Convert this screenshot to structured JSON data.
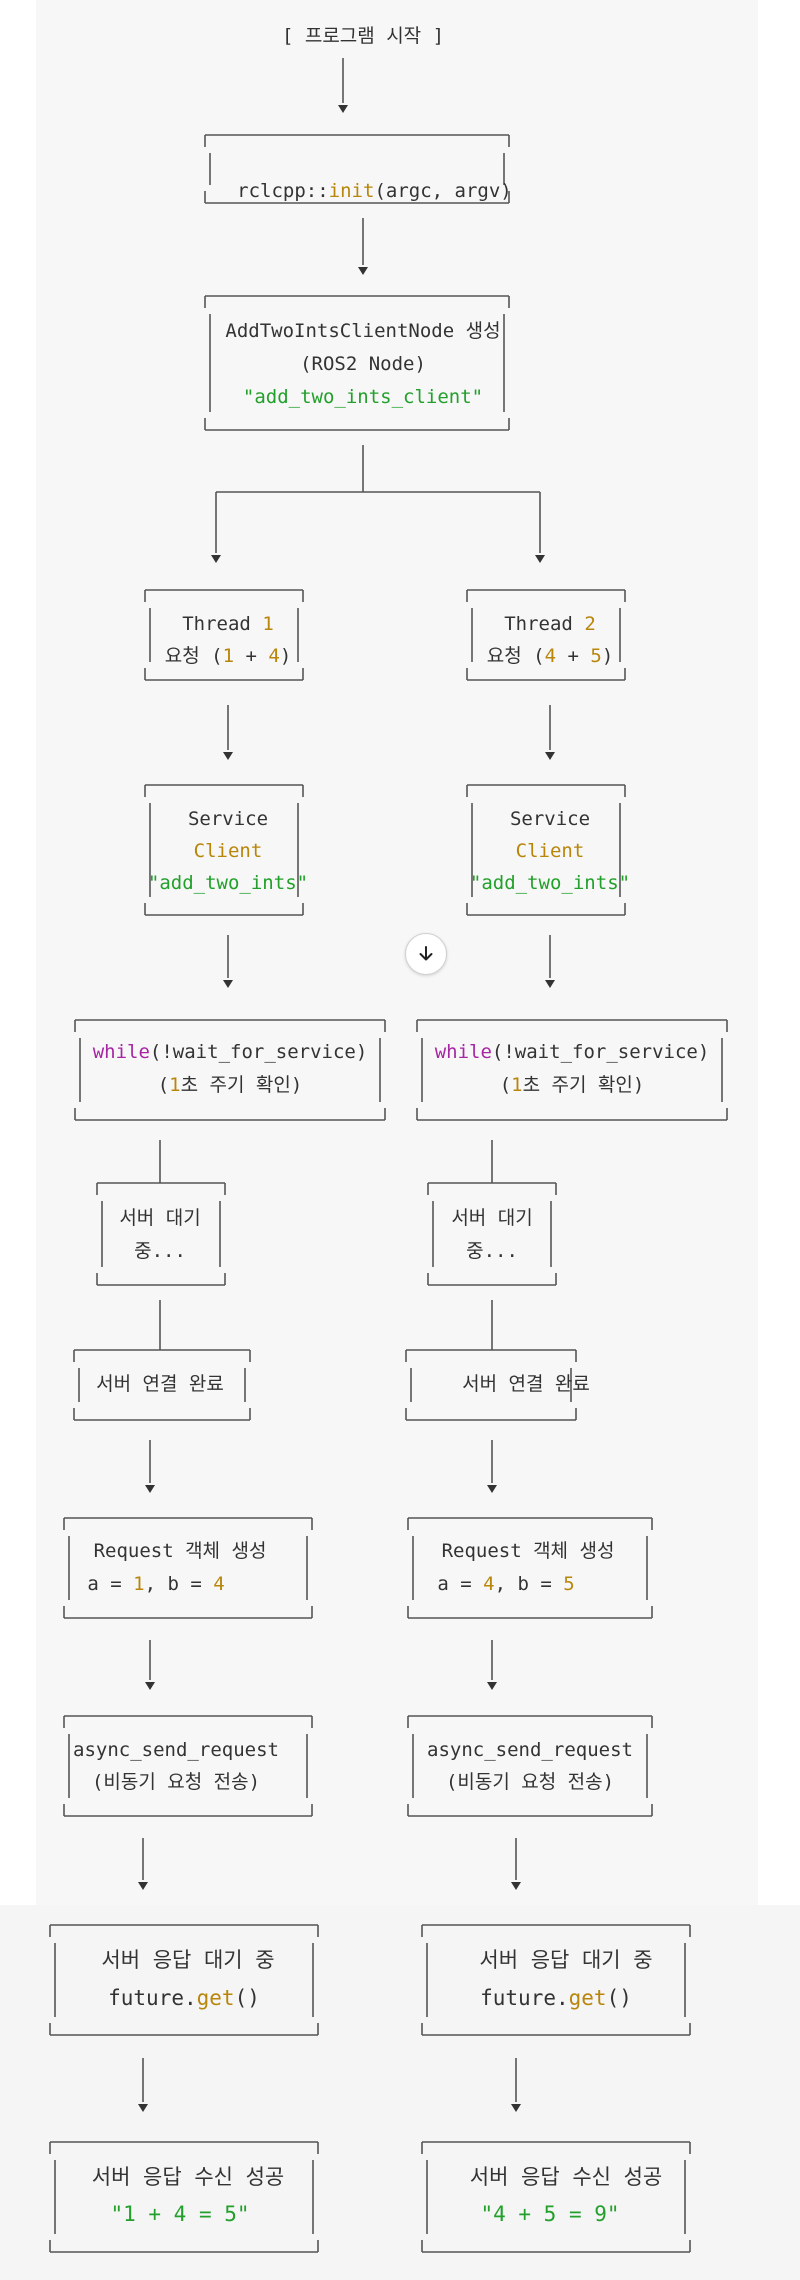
{
  "start": {
    "label": "[ 프로그램 시작 ]"
  },
  "init": {
    "prefix": "rclcpp::",
    "func": "init",
    "args": "(argc, argv)"
  },
  "node": {
    "line1": "AddTwoIntsClientNode 생성",
    "line2": "(ROS2 Node)",
    "line3": "\"add_two_ints_client\""
  },
  "threads": [
    {
      "thread_word": "Thread ",
      "thread_num": "1",
      "req_pre": "요청 (",
      "req_a": "1",
      "req_mid": " + ",
      "req_b": "4",
      "req_post": ")",
      "service": "Service",
      "client": "Client",
      "service_name": "\"add_two_ints\"",
      "while_kw": "while",
      "while_rest": "(!wait_for_service)",
      "period_pre": "(",
      "period_num": "1",
      "period_post": "초 주기 확인)",
      "wait1": "서버 대기",
      "wait2": "중...",
      "connected": "서버 연결 완료",
      "request_line": "Request 객체 생성",
      "a_pre": "a = ",
      "a_val": "1",
      "b_pre": ", b = ",
      "b_val": "4",
      "async1": "async_send_request",
      "async2": "(비동기 요청 전송)",
      "resp1": "서버 응답 대기 중",
      "future_pre": "future.",
      "future_fn": "get",
      "future_post": "()",
      "success": "서버 응답 수신 성공",
      "result": "\"1 + 4 = 5\""
    },
    {
      "thread_word": "Thread ",
      "thread_num": "2",
      "req_pre": "요청 (",
      "req_a": "4",
      "req_mid": " + ",
      "req_b": "5",
      "req_post": ")",
      "service": "Service",
      "client": "Client",
      "service_name": "\"add_two_ints\"",
      "while_kw": "while",
      "while_rest": "(!wait_for_service)",
      "period_pre": "(",
      "period_num": "1",
      "period_post": "초 주기 확인)",
      "wait1": "서버 대기",
      "wait2": "중...",
      "connected": "서버 연결 완료",
      "request_line": "Request 객체 생성",
      "a_pre": "a = ",
      "a_val": "4",
      "b_pre": ", b = ",
      "b_val": "5",
      "async1": "async_send_request",
      "async2": "(비동기 요청 전송)",
      "resp1": "서버 응답 대기 중",
      "future_pre": "future.",
      "future_fn": "get",
      "future_post": "()",
      "success": "서버 응답 수신 성공",
      "result": "\"4 + 5 = 9\""
    }
  ],
  "colors": {
    "text": "#333333",
    "number": "#b8860b",
    "string": "#22a02b",
    "keyword": "#a626a4",
    "line": "#555555"
  },
  "icons": {
    "scroll": "arrow-down-icon"
  }
}
